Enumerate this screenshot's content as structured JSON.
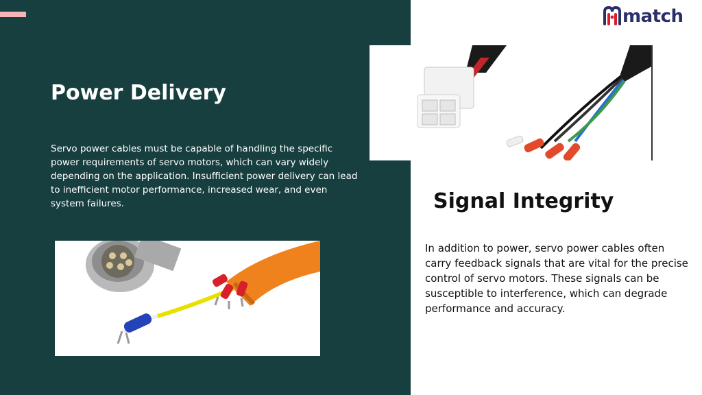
{
  "brand": {
    "logo_text": "match",
    "colors": {
      "navy": "#2a2f6a",
      "red": "#d81e2a"
    }
  },
  "left": {
    "title": "Power Delivery",
    "body": "Servo power cables must be capable of handling the specific power requirements of servo motors, which can vary widely depending on the application. Insufficient power delivery can lead to inefficient motor performance, increased wear, and even system failures."
  },
  "right": {
    "title": "Signal Integrity",
    "body": "In addition to power, servo power cables often carry feedback signals that are vital for the precise control of servo motors. These signals can be susceptible to interference, which can degrade performance and accuracy."
  },
  "colors": {
    "panel": "#173f3f",
    "accent": "#f4b4b8"
  },
  "images": {
    "top": "connector-cable-photo",
    "bottom": "circular-connector-cable-photo"
  }
}
